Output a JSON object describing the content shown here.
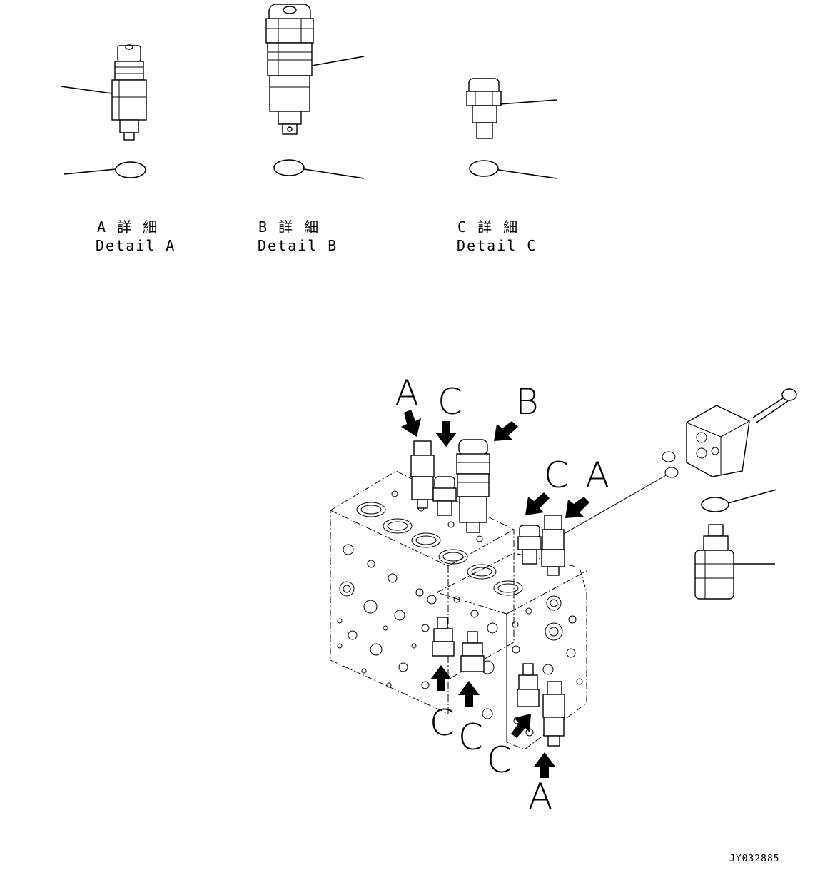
{
  "details": [
    {
      "jp": "A 詳 細",
      "en": "Detail A"
    },
    {
      "jp": "B 詳 細",
      "en": "Detail B"
    },
    {
      "jp": "C 詳 細",
      "en": "Detail C"
    }
  ],
  "callouts": {
    "top_a": "A",
    "top_c": "C",
    "top_b": "B",
    "mid_c": "C",
    "mid_a": "A",
    "low_c1": "C",
    "low_c2": "C",
    "low_c3": "C",
    "low_a": "A"
  },
  "drawing_code": "JY032885"
}
